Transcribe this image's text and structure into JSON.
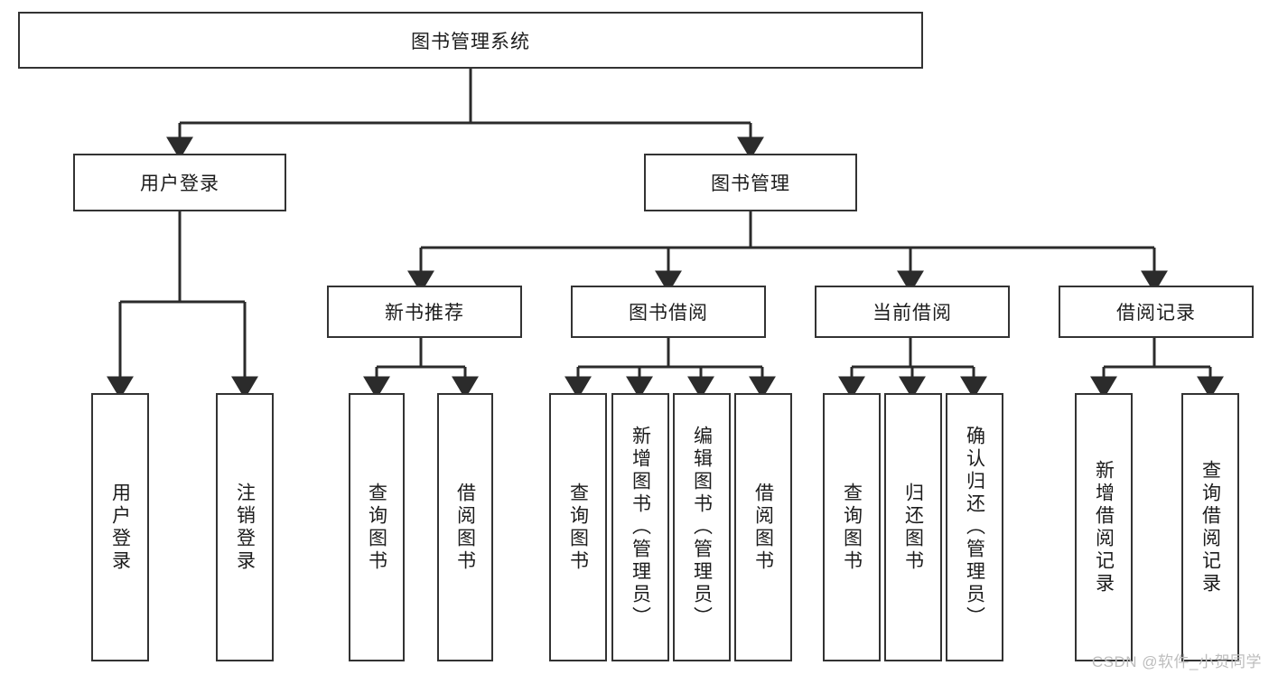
{
  "diagram": {
    "title": "图书管理系统",
    "watermark": "CSDN @软件_小贺同学",
    "colors": {
      "box_border": "#333333",
      "box_fill": "#ffffff",
      "connector": "#2b2b2b",
      "watermark": "#bdbdbd",
      "background": "#ffffff"
    },
    "root": {
      "label": "图书管理系统"
    },
    "level2": [
      {
        "label": "用户登录"
      },
      {
        "label": "图书管理"
      }
    ],
    "level3": [
      {
        "label": "新书推荐"
      },
      {
        "label": "图书借阅"
      },
      {
        "label": "当前借阅"
      },
      {
        "label": "借阅记录"
      }
    ],
    "leaves": {
      "user_login": [
        {
          "label": "用户登录"
        },
        {
          "label": "注销登录"
        }
      ],
      "new_book": [
        {
          "label": "查询图书"
        },
        {
          "label": "借阅图书"
        }
      ],
      "book_borrow": [
        {
          "label": "查询图书"
        },
        {
          "label": "新增图书（管理员）"
        },
        {
          "label": "编辑图书（管理员）"
        },
        {
          "label": "借阅图书"
        }
      ],
      "current_borrow": [
        {
          "label": "查询图书"
        },
        {
          "label": "归还图书"
        },
        {
          "label": "确认归还（管理员）"
        }
      ],
      "borrow_record": [
        {
          "label": "新增借阅记录"
        },
        {
          "label": "查询借阅记录"
        }
      ]
    }
  }
}
